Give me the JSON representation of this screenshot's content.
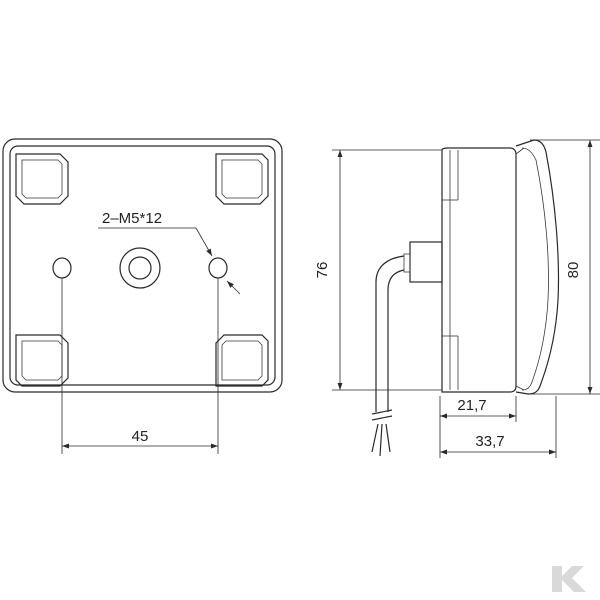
{
  "drawing": {
    "thread_callout": "2–M5*12",
    "dimensions": {
      "hole_spacing": "45",
      "height_mounting": "76",
      "height_overall": "80",
      "depth_body": "21,7",
      "depth_overall": "33,7"
    },
    "watermark_logo": "K"
  }
}
